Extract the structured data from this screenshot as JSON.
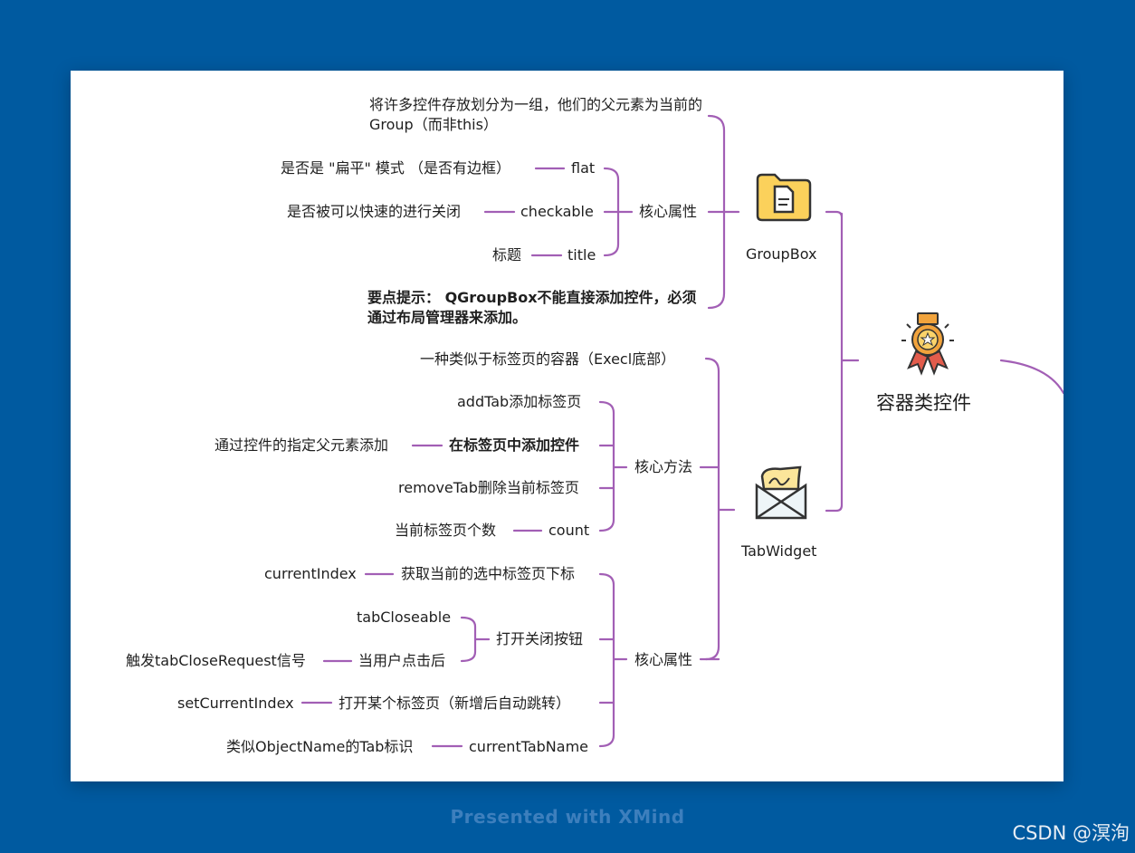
{
  "mindmap": {
    "root": {
      "label": "容器类控件"
    },
    "groupbox": {
      "label": "GroupBox",
      "desc": "将许多控件存放划分为一组，他们的父元素为当前的Group（而非this）",
      "core_attr": "核心属性",
      "attrs": [
        {
          "key": "flat",
          "note": "是否是 \"扁平\" 模式 （是否有边框）"
        },
        {
          "key": "checkable",
          "note": "是否被可以快速的进行关闭"
        },
        {
          "key": "title",
          "note": "标题"
        }
      ],
      "tip": "要点提示： QGroupBox不能直接添加控件，必须通过布局管理器来添加。"
    },
    "tabwidget": {
      "label": "TabWidget",
      "desc": "一种类似于标签页的容器（Execl底部）",
      "core_method": "核心方法",
      "methods": {
        "addTab": "addTab添加标签页",
        "add_widget": "在标签页中添加控件",
        "add_widget_note": "通过控件的指定父元素添加",
        "removeTab": "removeTab删除当前标签页",
        "count": "count",
        "count_note": "当前标签页个数"
      },
      "core_attr": "核心属性",
      "attrs": {
        "currentIndex": "currentIndex",
        "currentIndex_note": "获取当前的选中标签页下标",
        "close_btn": "打开关闭按钮",
        "tabCloseable": "tabCloseable",
        "on_click": "当用户点击后",
        "on_click_note": "触发tabCloseRequest信号",
        "setCurrentIndex_note": "打开某个标签页（新增后自动跳转）",
        "setCurrentIndex": "setCurrentIndex",
        "currentTabName": "currentTabName",
        "currentTabName_note": "类似ObjectName的Tab标识"
      }
    }
  },
  "footer": "Presented with XMind",
  "watermark": "CSDN @溟洵",
  "colors": {
    "background": "#005aa0",
    "line": "#9b59b6",
    "canvas": "#ffffff"
  }
}
